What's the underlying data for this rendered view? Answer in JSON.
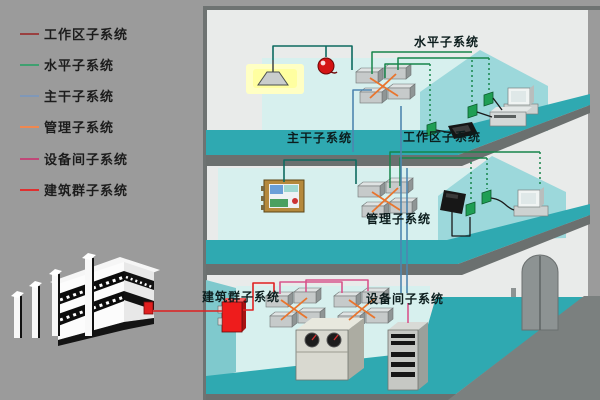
{
  "legend": {
    "items": [
      {
        "label": "工作区子系统",
        "color": "#9a4040"
      },
      {
        "label": "水平子系统",
        "color": "#3fa070"
      },
      {
        "label": "主干子系统",
        "color": "#8098b8"
      },
      {
        "label": "管理子系统",
        "color": "#f08850"
      },
      {
        "label": "设备间子系统",
        "color": "#c04878"
      },
      {
        "label": "建筑群子系统",
        "color": "#e03030"
      }
    ]
  },
  "diagram": {
    "labels": {
      "horizontal": "水平子系统",
      "backbone": "主干子系统",
      "work_area": "工作区子系统",
      "management": "管理子系统",
      "campus": "建筑群子系统",
      "equipment_room": "设备间子系统"
    }
  },
  "colors": {
    "page_bg": "#9b9b9b",
    "panel_bg": "#e9ebea",
    "floor_teal": "#2fa9b1",
    "room_cyan": "#d7f0ee",
    "glass_wall_teal": "#9cd8db",
    "slab_edge_gray": "#6b706f",
    "cable_green": "#17854a",
    "cable_blue": "#4e86b0",
    "cable_orange": "#e8752e",
    "cable_pink": "#d8548c",
    "cable_red": "#e02020",
    "cable_dark_teal": "#0e6b60",
    "alarm_red": "#d41414",
    "lamp_glow_yellow": "#ffffc4"
  }
}
